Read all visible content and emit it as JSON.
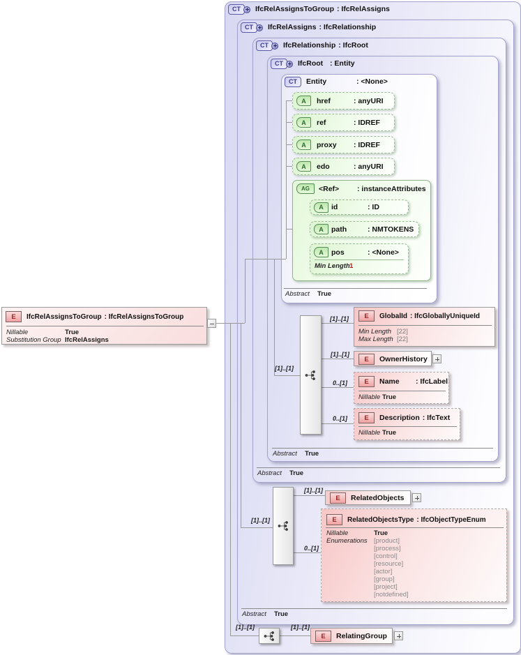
{
  "ct_boxes": [
    {
      "badge": "CT",
      "name": "IfcRelAssignsToGroup",
      "type": ": IfcRelAssigns"
    },
    {
      "badge": "CT",
      "name": "IfcRelAssigns",
      "type": ": IfcRelationship",
      "footer_label": "Abstract",
      "footer_value": "True"
    },
    {
      "badge": "CT",
      "name": "IfcRelationship",
      "type": ": IfcRoot",
      "footer_label": "Abstract",
      "footer_value": "True"
    },
    {
      "badge": "CT",
      "name": "IfcRoot",
      "type": ": Entity",
      "footer_label": "Abstract",
      "footer_value": "True"
    },
    {
      "badge": "CT",
      "name": "Entity",
      "type": ": <None>",
      "footer_label": "Abstract",
      "footer_value": "True"
    }
  ],
  "source": {
    "badge": "E",
    "name": "IfcRelAssignsToGroup",
    "type": ": IfcRelAssignsToGroup",
    "rows": [
      {
        "label": "Nillable",
        "value": "True"
      },
      {
        "label": "Substitution Group",
        "value": "IfcRelAssigns"
      }
    ]
  },
  "attributes": [
    {
      "badge": "A",
      "name": "href",
      "type": ": anyURI"
    },
    {
      "badge": "A",
      "name": "ref",
      "type": ": IDREF"
    },
    {
      "badge": "A",
      "name": "proxy",
      "type": ": IDREF"
    },
    {
      "badge": "A",
      "name": "edo",
      "type": ": anyURI"
    }
  ],
  "attribute_group": {
    "badge": "AG",
    "name": "<Ref>",
    "type": ": instanceAttributes",
    "attributes": [
      {
        "badge": "A",
        "name": "id",
        "type": ": ID"
      },
      {
        "badge": "A",
        "name": "path",
        "type": ": NMTOKENS"
      },
      {
        "badge": "A",
        "name": "pos",
        "type": ": <None>",
        "facet_label": "Min Length",
        "facet_value": "1"
      }
    ]
  },
  "elements": {
    "global_id": {
      "badge": "E",
      "name": "GlobalId",
      "type": ": IfcGloballyUniqueId",
      "rows": [
        {
          "label": "Min Length",
          "value": "[22]"
        },
        {
          "label": "Max Length",
          "value": "[22]"
        }
      ]
    },
    "owner_history": {
      "badge": "E",
      "name": "OwnerHistory"
    },
    "name": {
      "badge": "E",
      "name": "Name",
      "type": ": IfcLabel",
      "rows": [
        {
          "label": "Nillable",
          "value": "True"
        }
      ]
    },
    "description": {
      "badge": "E",
      "name": "Description",
      "type": ": IfcText",
      "rows": [
        {
          "label": "Nillable",
          "value": "True"
        }
      ]
    },
    "related_objects": {
      "badge": "E",
      "name": "RelatedObjects"
    },
    "related_objects_type": {
      "badge": "E",
      "name": "RelatedObjectsType",
      "type": ": IfcObjectTypeEnum",
      "nillable_label": "Nillable",
      "nillable_value": "True",
      "enum_label": "Enumerations",
      "enums": [
        "[product]",
        "[process]",
        "[control]",
        "[resource]",
        "[actor]",
        "[group]",
        "[project]",
        "[notdefined]"
      ]
    },
    "relating_group": {
      "badge": "E",
      "name": "RelatingGroup"
    }
  },
  "cardinality": {
    "seq1": "[1]..[1]",
    "global_id": "[1]..[1]",
    "owner_history": "[1]..[1]",
    "name": "0..[1]",
    "description": "0..[1]",
    "seq2": "[1]..[1]",
    "related_objects": "[1]..[1]",
    "related_objects_type": "0..[1]",
    "seq3": "[1]..[1]",
    "relating_group": "[1]..[1]"
  }
}
